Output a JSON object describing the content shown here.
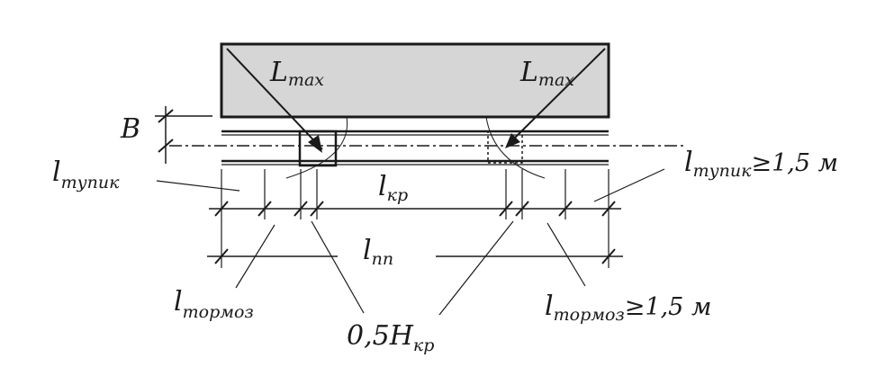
{
  "labels": {
    "lmax_left": {
      "main": "L",
      "sub": "max"
    },
    "lmax_right": {
      "main": "L",
      "sub": "max"
    },
    "b": {
      "main": "B"
    },
    "l_tupik_left": {
      "main": "l",
      "sub": "тупик"
    },
    "l_tupik_right": {
      "main": "l",
      "sub": "тупик",
      "suffix": "≥1,5 м"
    },
    "l_kr": {
      "main": "l",
      "sub": "кр"
    },
    "l_pp": {
      "main": "l",
      "sub": "пп"
    },
    "l_tormoz_left": {
      "main": "l",
      "sub": "тормоз"
    },
    "l_tormoz_right": {
      "main": "l",
      "sub": "тормоз",
      "suffix": "≥1,5 м"
    },
    "half_h_kr": {
      "main": "0,5H",
      "sub": "кр"
    }
  },
  "colors": {
    "ink": "#1a1a1a",
    "load_fill": "#d6d6d6",
    "background": "#ffffff"
  }
}
